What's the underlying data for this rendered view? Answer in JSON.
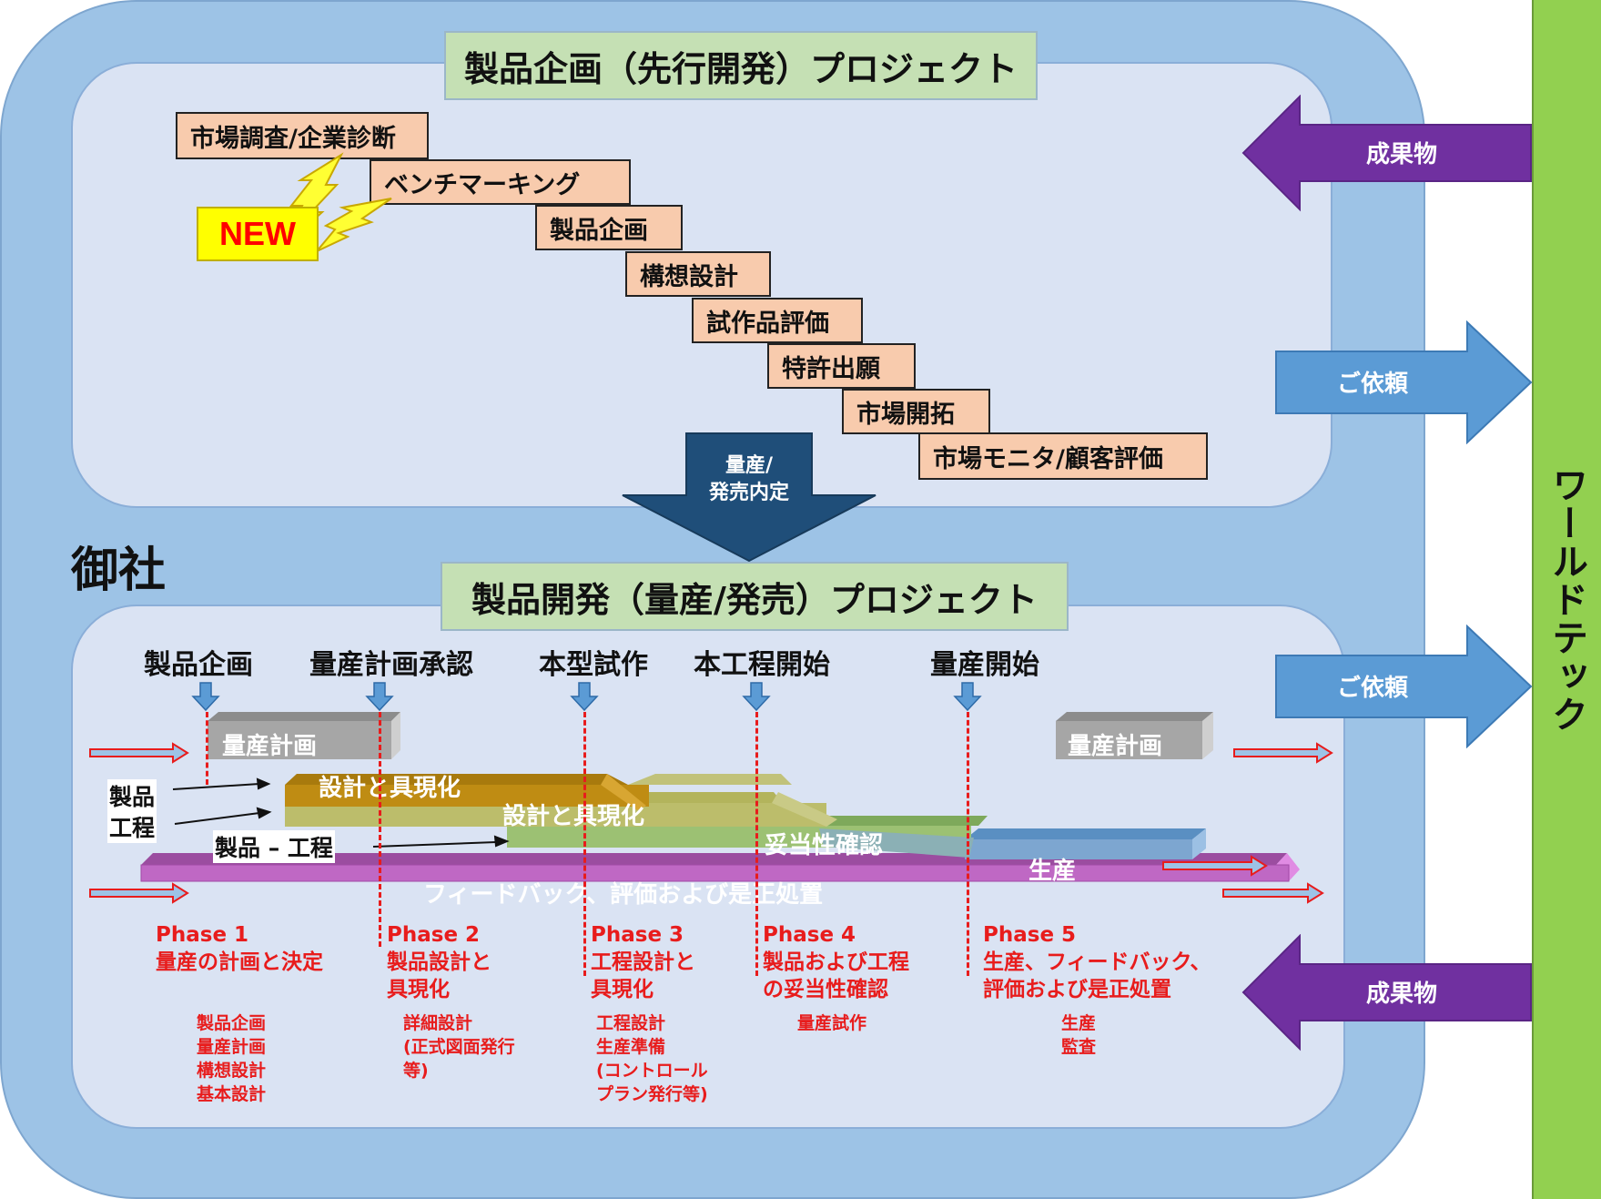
{
  "top_project": {
    "title": "製品企画（先行開発）プロジェクト",
    "new_badge": "NEW",
    "steps": [
      "市場調査/企業診断",
      "ベンチマーキング",
      "製品企画",
      "構想設計",
      "試作品評価",
      "特許出願",
      "市場開拓",
      "市場モニタ/顧客評価"
    ],
    "down_arrow_label_1": "量産/",
    "down_arrow_label_2": "発売内定"
  },
  "client_label": "御社",
  "bottom_project": {
    "title": "製品開発（量産/発売）プロジェクト",
    "milestones": [
      "製品企画",
      "量産計画承認",
      "本型試作",
      "本工程開始",
      "量産開始"
    ],
    "bars": {
      "plan_left": "量産計画",
      "plan_right": "量産計画",
      "design_product": "設計と具現化",
      "design_process": "設計と具現化",
      "validation": "妥当性確認",
      "production": "生産",
      "feedback": "フィードバック、評価および是正処置"
    },
    "side_labels": {
      "product": "製品",
      "process": "工程",
      "product_process": "製品 – 工程"
    },
    "phases": [
      {
        "num": "Phase 1",
        "line1": "量産の計画と決定",
        "line2": "",
        "items": "製品企画\n量産計画\n構想設計\n基本設計"
      },
      {
        "num": "Phase 2",
        "line1": "製品設計と",
        "line2": "具現化",
        "items": "詳細設計\n(正式図面発行\n等)"
      },
      {
        "num": "Phase 3",
        "line1": "工程設計と",
        "line2": "具現化",
        "items": "工程設計\n生産準備\n(コントロール\nプラン発行等)"
      },
      {
        "num": "Phase 4",
        "line1": "製品および工程",
        "line2": "の妥当性確認",
        "items": "量産試作"
      },
      {
        "num": "Phase 5",
        "line1": "生産、フィードバック、",
        "line2": "評価および是正処置",
        "items": "生産\n監査"
      }
    ]
  },
  "worldtec": {
    "label": "ワールドテック",
    "deliverable_top": "成果物",
    "request_top": "ご依頼",
    "request_bottom": "ご依頼",
    "deliverable_bottom": "成果物"
  },
  "colors": {
    "outer_bg": "#9dc3e6",
    "panel_bg": "#dae3f3",
    "title_bg": "#c5e0b4",
    "step_bg": "#f8cbad",
    "worldtec_green": "#92d050",
    "deliverable_purple": "#7030a0",
    "request_blue": "#5b9bd5",
    "phase_red": "#e81c1c"
  }
}
